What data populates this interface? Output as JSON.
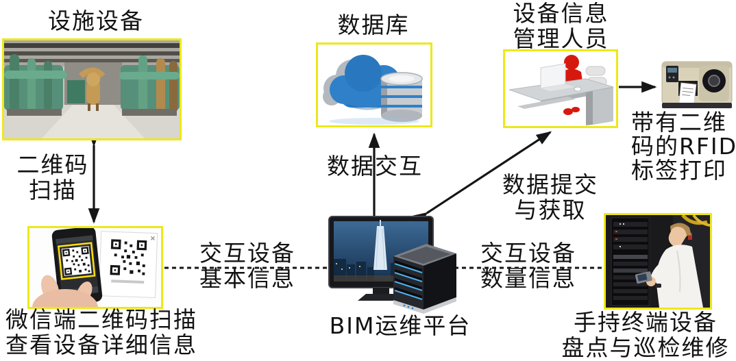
{
  "colors": {
    "highlight_border": "#ece81a",
    "line": "#161616",
    "background": "#ffffff"
  },
  "nodes": {
    "facility": {
      "title": "设施设备"
    },
    "database": {
      "title": "数据库"
    },
    "manager": {
      "title_line1": "设备信息",
      "title_line2": "管理人员"
    },
    "bim_platform": {
      "caption": "BIM运维平台"
    },
    "wechat_scan": {
      "caption_line1": "微信端二维码扫描",
      "caption_line2": "查看设备详细信息"
    },
    "handheld": {
      "caption_line1": "手持终端设备",
      "caption_line2": "盘点与巡检维修"
    },
    "rfid_printer": {
      "caption_line1": "带有二维",
      "caption_line2": "码的RFID",
      "caption_line3": "标签打印"
    }
  },
  "edges": {
    "qr_scan": {
      "line1": "二维码",
      "line2": "扫描"
    },
    "data_exchange": {
      "label": "数据交互"
    },
    "data_submit": {
      "line1": "数据提交",
      "line2": "与获取"
    },
    "basic_info": {
      "line1": "交互设备",
      "line2": "基本信息"
    },
    "quantity_info": {
      "line1": "交互设备",
      "line2": "数量信息"
    }
  }
}
